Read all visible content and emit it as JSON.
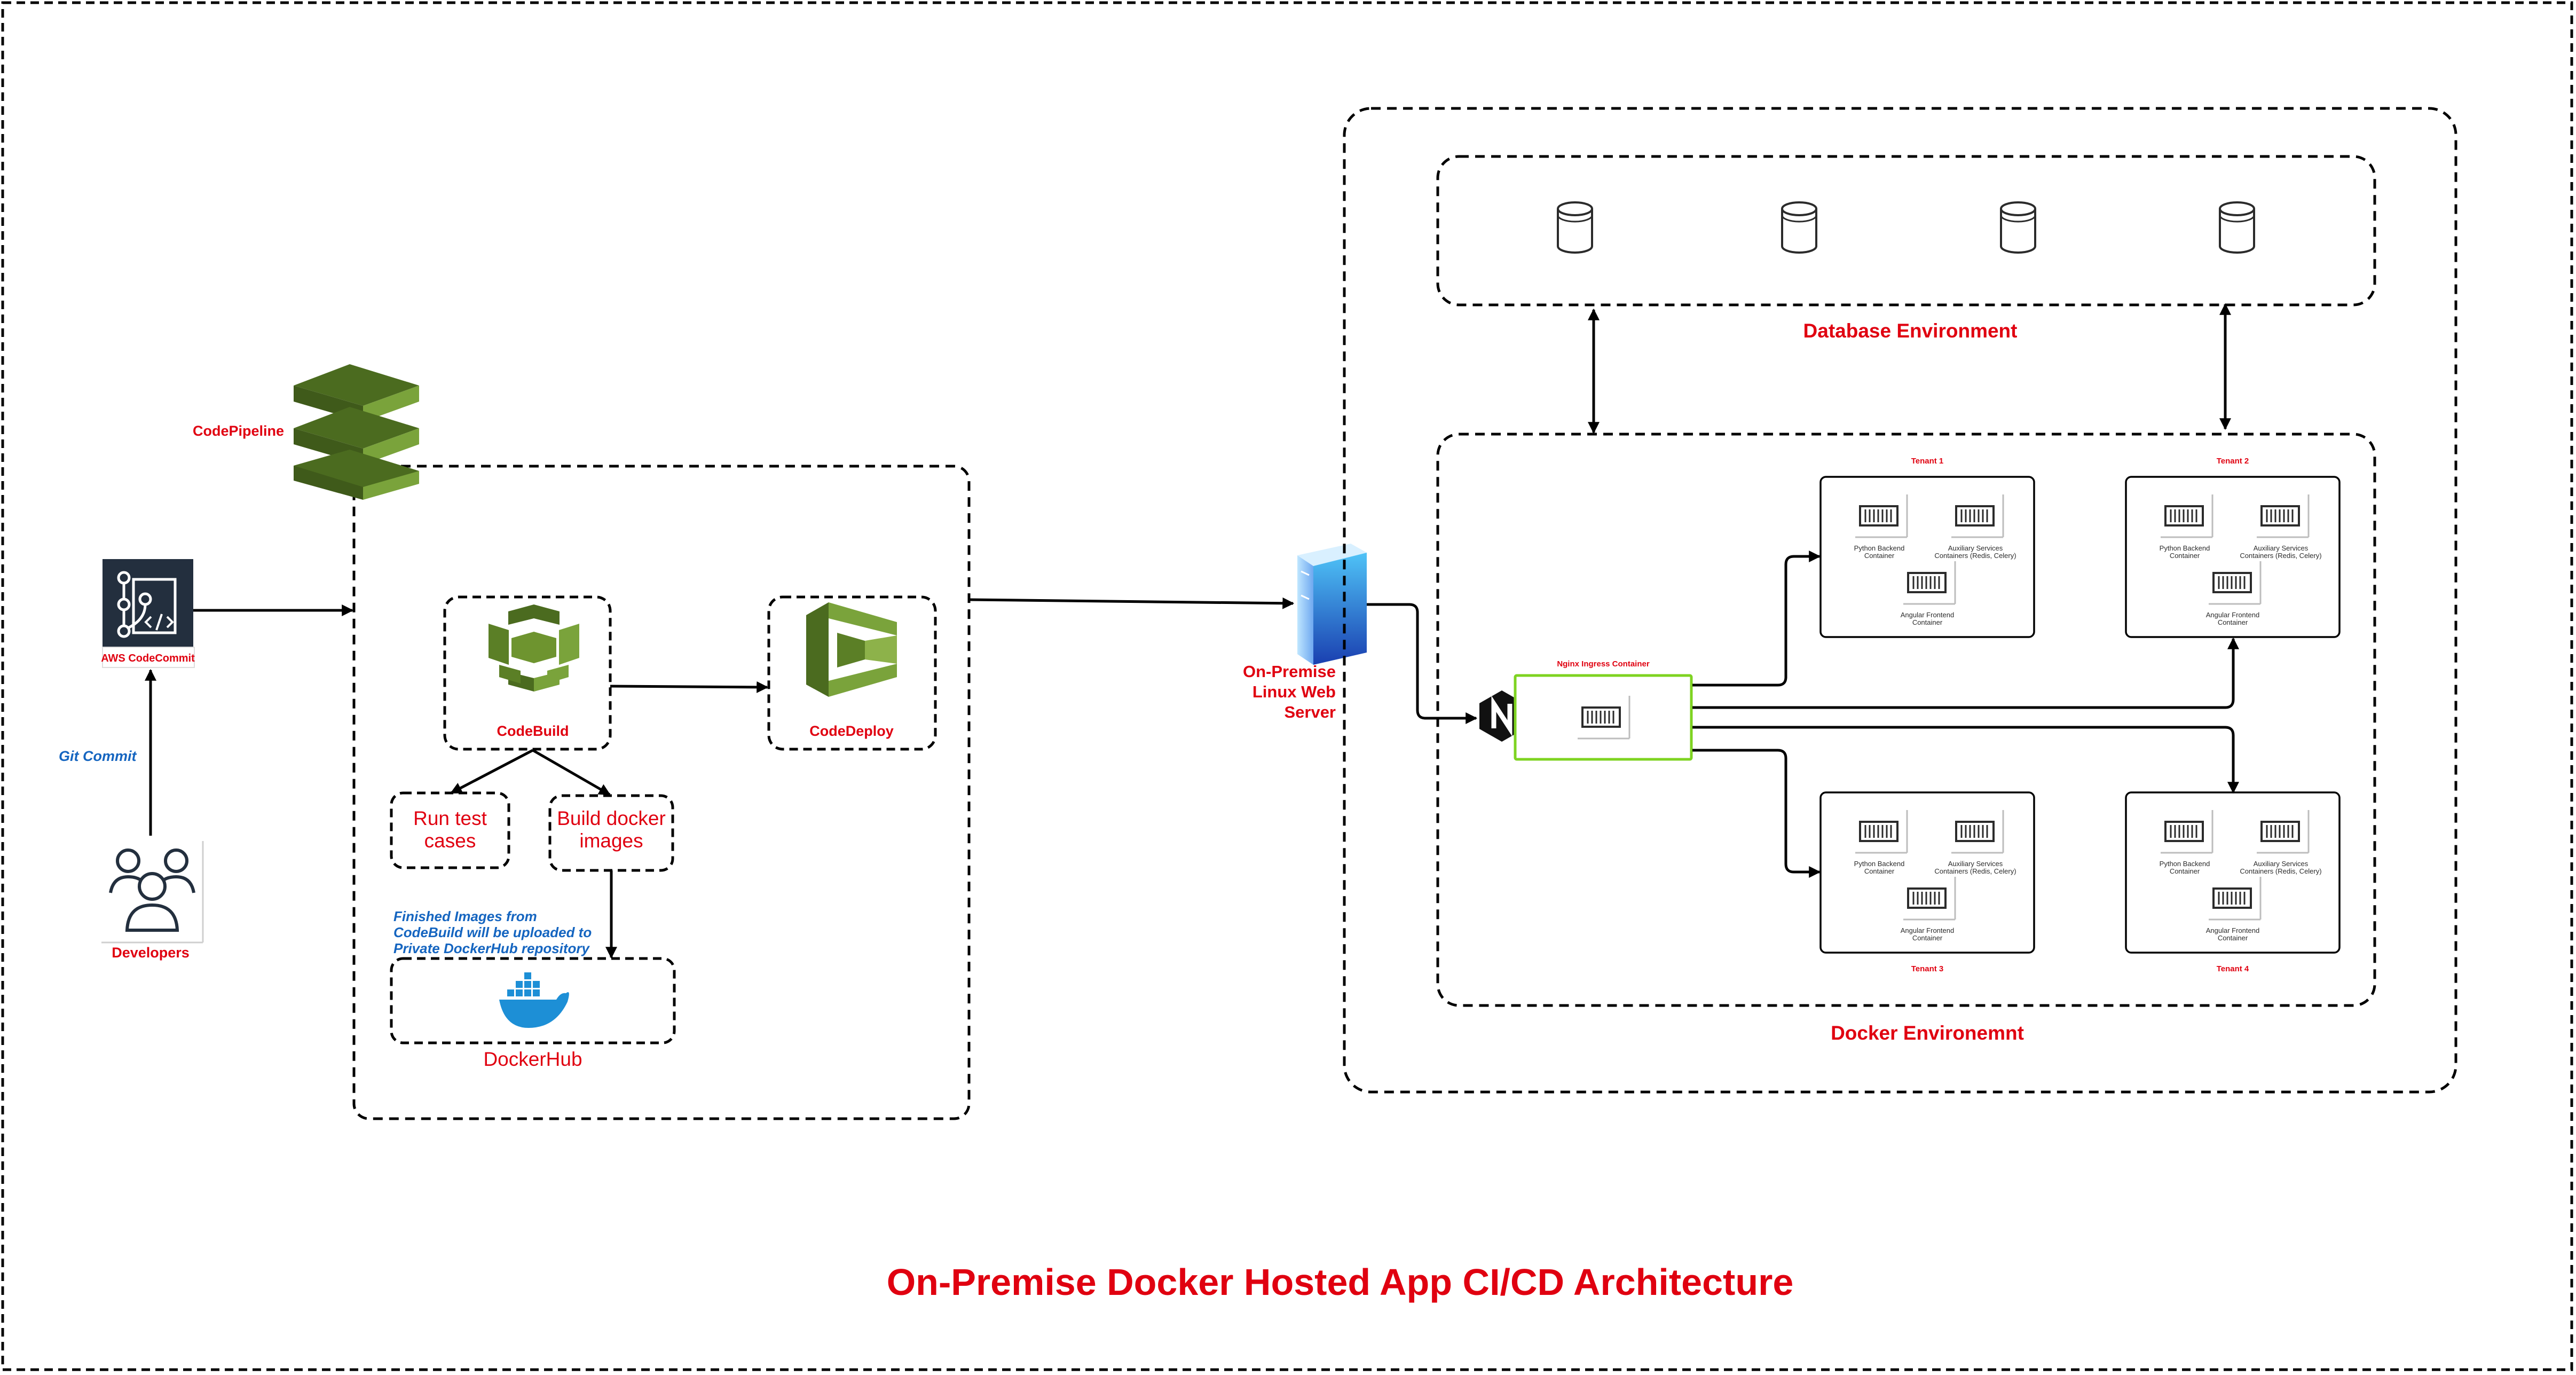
{
  "title": "On-Premise Docker Hosted App CI/CD Architecture",
  "developers": {
    "label": "Developers",
    "action": "Git Commit"
  },
  "codecommit": {
    "label": "AWS CodeCommit"
  },
  "codepipeline": {
    "label": "CodePipeline"
  },
  "codebuild": {
    "label": "CodeBuild",
    "tasks": [
      "Run test cases",
      "Build docker images"
    ]
  },
  "codedeploy": {
    "label": "CodeDeploy"
  },
  "dockerhub": {
    "label": "DockerHub",
    "note": [
      "Finished Images from",
      "CodeBuild will be uploaded to",
      "Private DockerHub repository"
    ]
  },
  "server": {
    "label_lines": [
      "On-Premise",
      "Linux Web",
      "Server"
    ]
  },
  "database_env": {
    "label": "Database Environment",
    "database_count": 4
  },
  "docker_env": {
    "label": "Docker Environemnt",
    "nginx": {
      "label": "Nginx Ingress Container"
    },
    "tenants": [
      {
        "name": "Tenant 1",
        "label_position": "top"
      },
      {
        "name": "Tenant 2",
        "label_position": "top"
      },
      {
        "name": "Tenant 3",
        "label_position": "bottom"
      },
      {
        "name": "Tenant 4",
        "label_position": "bottom"
      }
    ],
    "container_labels": {
      "python_backend": [
        "Python Backend",
        "Container"
      ],
      "auxiliary": [
        "Auxiliary Services",
        "Containers (Redis, Celery)"
      ],
      "angular_frontend": [
        "Angular Frontend",
        "Container"
      ]
    }
  },
  "colors": {
    "label_red": "#e00010",
    "note_blue": "#1565c0",
    "aws_green_dark": "#4b6b1f",
    "aws_green_light": "#7aa33b",
    "nginx_green": "#7ed321",
    "docker_blue": "#1d8fd6",
    "codecommit_navy": "#232f3e"
  }
}
